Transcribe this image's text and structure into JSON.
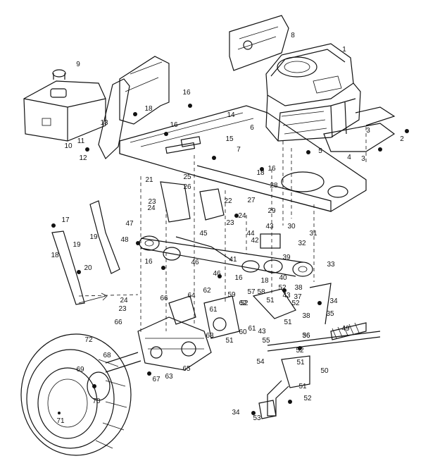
{
  "diagram": {
    "callouts": [
      {
        "id": "c1",
        "text": "1"
      },
      {
        "id": "c2",
        "text": "2"
      },
      {
        "id": "c3",
        "text": "3"
      },
      {
        "id": "c3b",
        "text": "3"
      },
      {
        "id": "c4",
        "text": "4"
      },
      {
        "id": "c5",
        "text": "5"
      },
      {
        "id": "c6",
        "text": "6"
      },
      {
        "id": "c7",
        "text": "7"
      },
      {
        "id": "c8",
        "text": "8"
      },
      {
        "id": "c9",
        "text": "9"
      },
      {
        "id": "c10",
        "text": "10"
      },
      {
        "id": "c11",
        "text": "11"
      },
      {
        "id": "c12",
        "text": "12"
      },
      {
        "id": "c13",
        "text": "13"
      },
      {
        "id": "c14",
        "text": "14"
      },
      {
        "id": "c15",
        "text": "15"
      },
      {
        "id": "c16a",
        "text": "16"
      },
      {
        "id": "c16b",
        "text": "16"
      },
      {
        "id": "c16c",
        "text": "16"
      },
      {
        "id": "c16d",
        "text": "16"
      },
      {
        "id": "c16e",
        "text": "16"
      },
      {
        "id": "c17",
        "text": "17"
      },
      {
        "id": "c18a",
        "text": "18"
      },
      {
        "id": "c18b",
        "text": "18"
      },
      {
        "id": "c18c",
        "text": "18"
      },
      {
        "id": "c18d",
        "text": "18"
      },
      {
        "id": "c19a",
        "text": "19"
      },
      {
        "id": "c19b",
        "text": "19"
      },
      {
        "id": "c20",
        "text": "20"
      },
      {
        "id": "c21",
        "text": "21"
      },
      {
        "id": "c22",
        "text": "22"
      },
      {
        "id": "c23a",
        "text": "23"
      },
      {
        "id": "c23b",
        "text": "23"
      },
      {
        "id": "c23c",
        "text": "23"
      },
      {
        "id": "c24a",
        "text": "24"
      },
      {
        "id": "c24b",
        "text": "24"
      },
      {
        "id": "c24c",
        "text": "24"
      },
      {
        "id": "c25",
        "text": "25"
      },
      {
        "id": "c26",
        "text": "26"
      },
      {
        "id": "c27",
        "text": "27"
      },
      {
        "id": "c28",
        "text": "28"
      },
      {
        "id": "c29",
        "text": "29"
      },
      {
        "id": "c30",
        "text": "30"
      },
      {
        "id": "c31",
        "text": "31"
      },
      {
        "id": "c32",
        "text": "32"
      },
      {
        "id": "c33",
        "text": "33"
      },
      {
        "id": "c34a",
        "text": "34"
      },
      {
        "id": "c34b",
        "text": "34"
      },
      {
        "id": "c35",
        "text": "35"
      },
      {
        "id": "c36",
        "text": "36"
      },
      {
        "id": "c37",
        "text": "37"
      },
      {
        "id": "c38a",
        "text": "38"
      },
      {
        "id": "c38b",
        "text": "38"
      },
      {
        "id": "c39",
        "text": "39"
      },
      {
        "id": "c40",
        "text": "40"
      },
      {
        "id": "c41",
        "text": "41"
      },
      {
        "id": "c42",
        "text": "42"
      },
      {
        "id": "c43a",
        "text": "43"
      },
      {
        "id": "c43b",
        "text": "43"
      },
      {
        "id": "c43c",
        "text": "43"
      },
      {
        "id": "c44",
        "text": "44"
      },
      {
        "id": "c45",
        "text": "45"
      },
      {
        "id": "c46a",
        "text": "46"
      },
      {
        "id": "c46b",
        "text": "46"
      },
      {
        "id": "c47",
        "text": "47"
      },
      {
        "id": "c48",
        "text": "48"
      },
      {
        "id": "c49",
        "text": "49"
      },
      {
        "id": "c50",
        "text": "50"
      },
      {
        "id": "c51a",
        "text": "51"
      },
      {
        "id": "c51b",
        "text": "51"
      },
      {
        "id": "c51c",
        "text": "51"
      },
      {
        "id": "c51d",
        "text": "51"
      },
      {
        "id": "c51e",
        "text": "51"
      },
      {
        "id": "c52a",
        "text": "52"
      },
      {
        "id": "c52b",
        "text": "52"
      },
      {
        "id": "c52c",
        "text": "52"
      },
      {
        "id": "c52d",
        "text": "52"
      },
      {
        "id": "c52e",
        "text": "52"
      },
      {
        "id": "c53",
        "text": "53"
      },
      {
        "id": "c54",
        "text": "54"
      },
      {
        "id": "c55",
        "text": "55"
      },
      {
        "id": "c56",
        "text": "56"
      },
      {
        "id": "c57",
        "text": "57"
      },
      {
        "id": "c58",
        "text": "58"
      },
      {
        "id": "c59",
        "text": "59"
      },
      {
        "id": "c60",
        "text": "60"
      },
      {
        "id": "c61a",
        "text": "61"
      },
      {
        "id": "c61b",
        "text": "61"
      },
      {
        "id": "c62a",
        "text": "62"
      },
      {
        "id": "c62b",
        "text": "62"
      },
      {
        "id": "c63a",
        "text": "63"
      },
      {
        "id": "c63b",
        "text": "63"
      },
      {
        "id": "c64",
        "text": "64"
      },
      {
        "id": "c65",
        "text": "65"
      },
      {
        "id": "c66a",
        "text": "66"
      },
      {
        "id": "c66b",
        "text": "66"
      },
      {
        "id": "c67",
        "text": "67"
      },
      {
        "id": "c68",
        "text": "68"
      },
      {
        "id": "c69",
        "text": "69"
      },
      {
        "id": "c70",
        "text": "70"
      },
      {
        "id": "c71",
        "text": "71"
      },
      {
        "id": "c72",
        "text": "72"
      }
    ]
  }
}
